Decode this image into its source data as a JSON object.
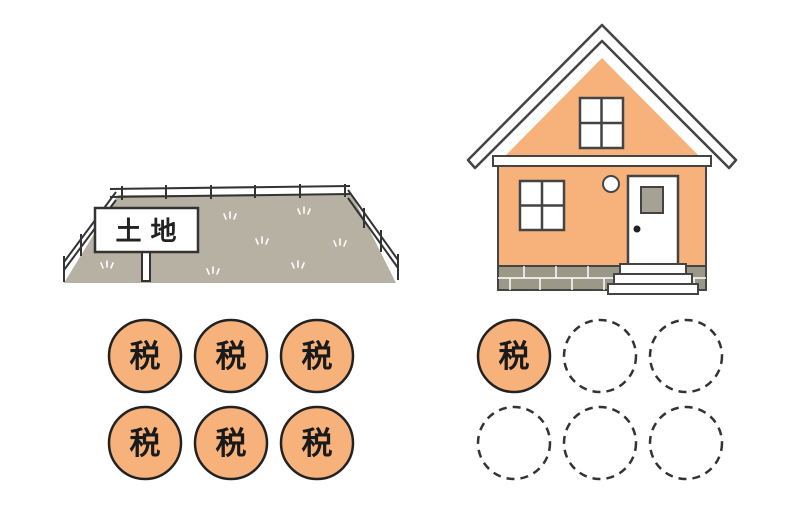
{
  "land": {
    "sign_text": "土 地"
  },
  "house": {},
  "tax": {
    "coin_label": "税",
    "land_filled": 6,
    "land_total": 6,
    "house_filled": 1,
    "house_total": 6,
    "coin_fill_color": "#F7B27C",
    "coin_stroke_color": "#222222",
    "empty_stroke_color": "#333333"
  },
  "colors": {
    "ground": "#B6B1A2",
    "house_wall": "#F7B27C",
    "roof_stroke": "#444444",
    "window_glass": "#ffffff",
    "door_window": "#A6A293",
    "foundation": "#9C9888"
  }
}
